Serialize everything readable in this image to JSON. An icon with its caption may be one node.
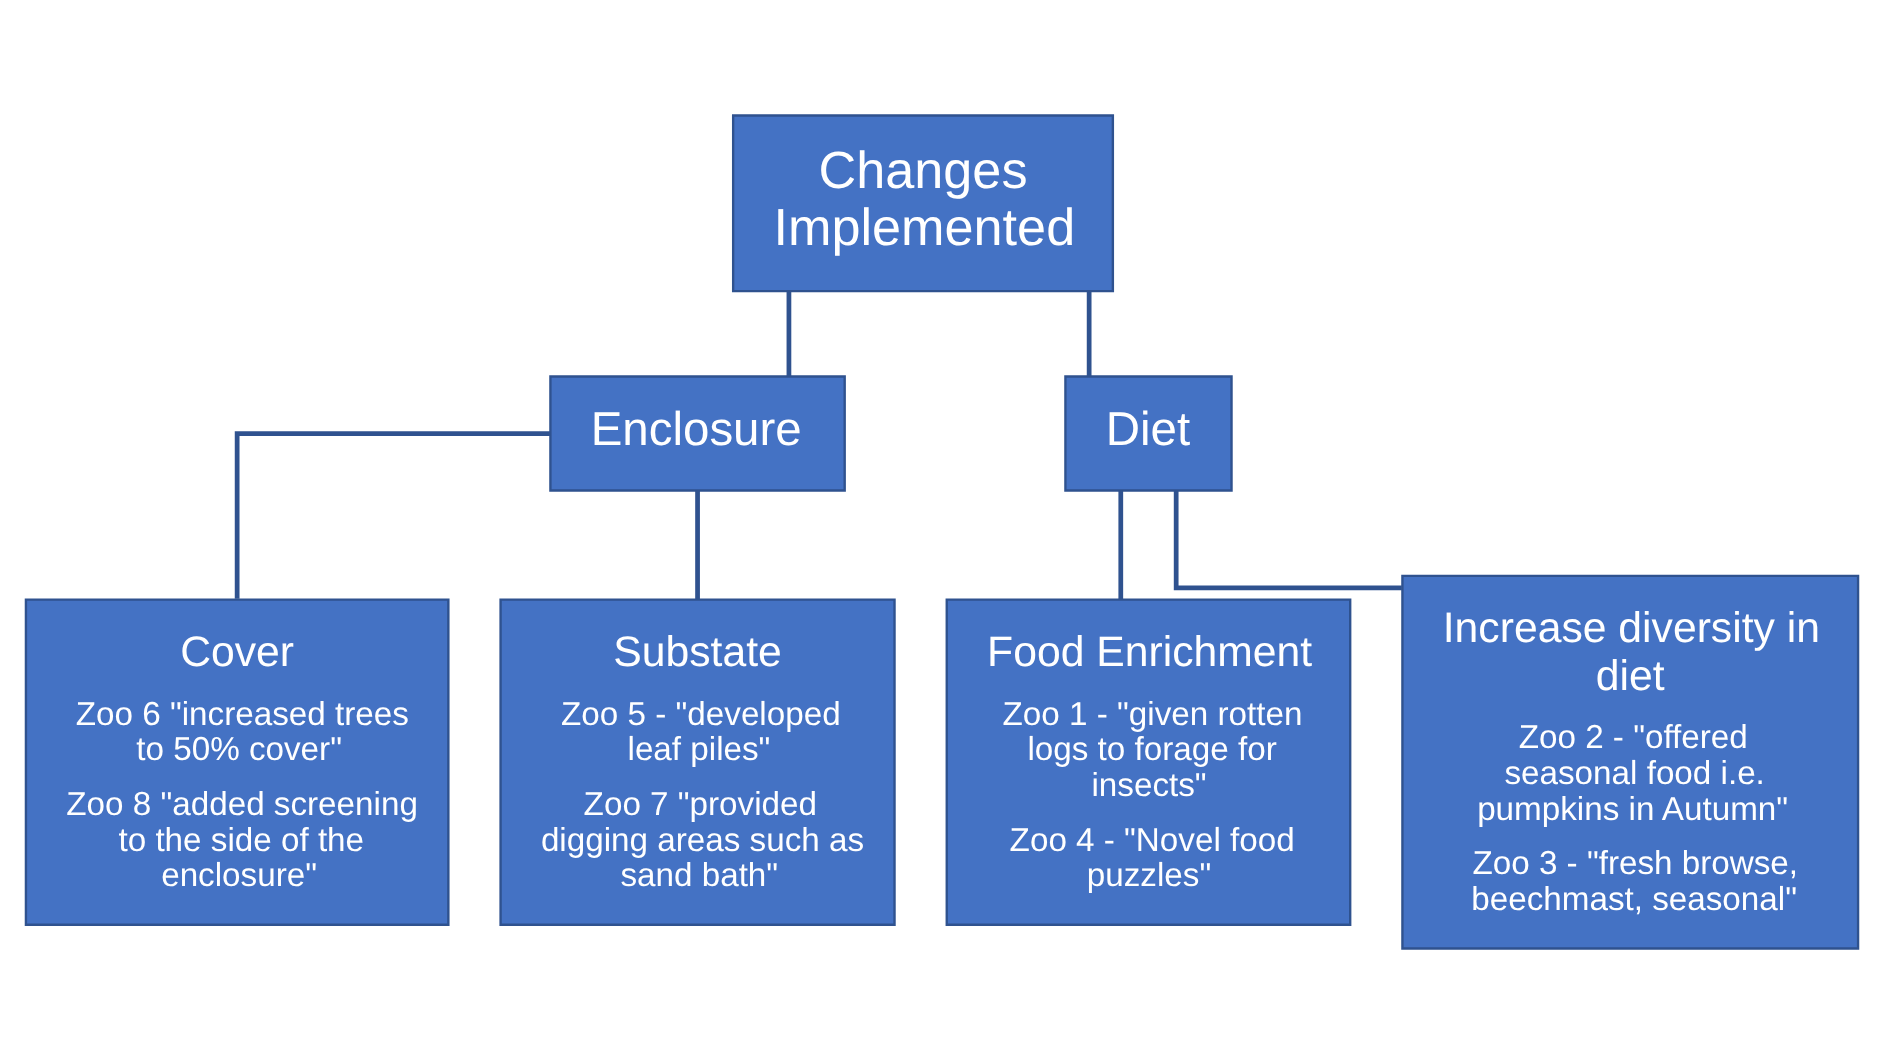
{
  "diagram": {
    "nodes": [
      {
        "text": [
          "Changes Implemented"
        ]
      },
      {
        "text": [
          "Enclosure"
        ]
      },
      {
        "text": [
          "Diet"
        ]
      },
      {
        "text": [
          "Cover",
          "Zoo 6 \"increased trees to 50% cover\"",
          "Zoo 8 \"added screening to the side of the enclosure\""
        ]
      },
      {
        "text": [
          "Substate",
          "Zoo 5 - \"developed leaf piles\"",
          "Zoo 7 \"provided digging areas such as sand bath\""
        ]
      },
      {
        "text": [
          "Food Enrichment",
          "Zoo 1 - \"given rotten logs to forage for insects\"",
          "Zoo 4 - \"Novel food puzzles\""
        ]
      },
      {
        "text": [
          "Increase diversity in diet",
          "Zoo 2 - \"offered seasonal food i.e. pumpkins in Autumn\"",
          "Zoo 3 - \"fresh browse, beechmast, seasonal\""
        ]
      }
    ],
    "edges": [
      {
        "from": 0,
        "to": 1,
        "arrow": "none"
      },
      {
        "from": 0,
        "to": 2,
        "arrow": "none"
      },
      {
        "from": 1,
        "to": 3,
        "arrow": "none"
      },
      {
        "from": 1,
        "to": 4,
        "arrow": "none"
      },
      {
        "from": 2,
        "to": 5,
        "arrow": "none"
      },
      {
        "from": 2,
        "to": 6,
        "arrow": "none"
      }
    ]
  }
}
